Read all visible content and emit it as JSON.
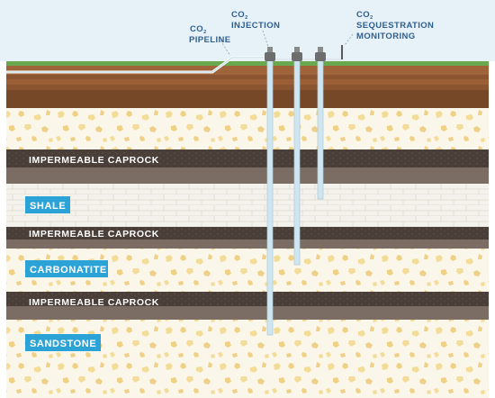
{
  "surface_labels": {
    "pipeline": {
      "line1_prefix": "CO",
      "line1_sub": "2",
      "line2": "PIPELINE"
    },
    "injection": {
      "line1_prefix": "CO",
      "line1_sub": "2",
      "line2": "INJECTION"
    },
    "monitoring": {
      "line1_prefix": "CO",
      "line1_sub": "2",
      "line2": "SEQUESTRATION",
      "line3": "MONITORING"
    }
  },
  "layers": {
    "caprock_1": "IMPERMEABLE CAPROCK",
    "shale": "SHALE",
    "caprock_2": "IMPERMEABLE CAPROCK",
    "carbonatite": "CARBONATITE",
    "caprock_3": "IMPERMEABLE CAPROCK",
    "sandstone": "SANDSTONE"
  },
  "colors": {
    "sky": "#e6f1f8",
    "grass": "#6aa84f",
    "soil_top": "#a0643a",
    "soil_bottom": "#7a4a28",
    "sand": "#fbf6ea",
    "sand_speckle": "#f3dc98",
    "caprock_dark": "#4a3f38",
    "caprock_light": "#7b6d63",
    "shale_brick": "#f4f2ec",
    "tag_blue": "#2ca3d6",
    "pipe": "#cfe6f1",
    "label_blue": "#2f5f8f"
  }
}
